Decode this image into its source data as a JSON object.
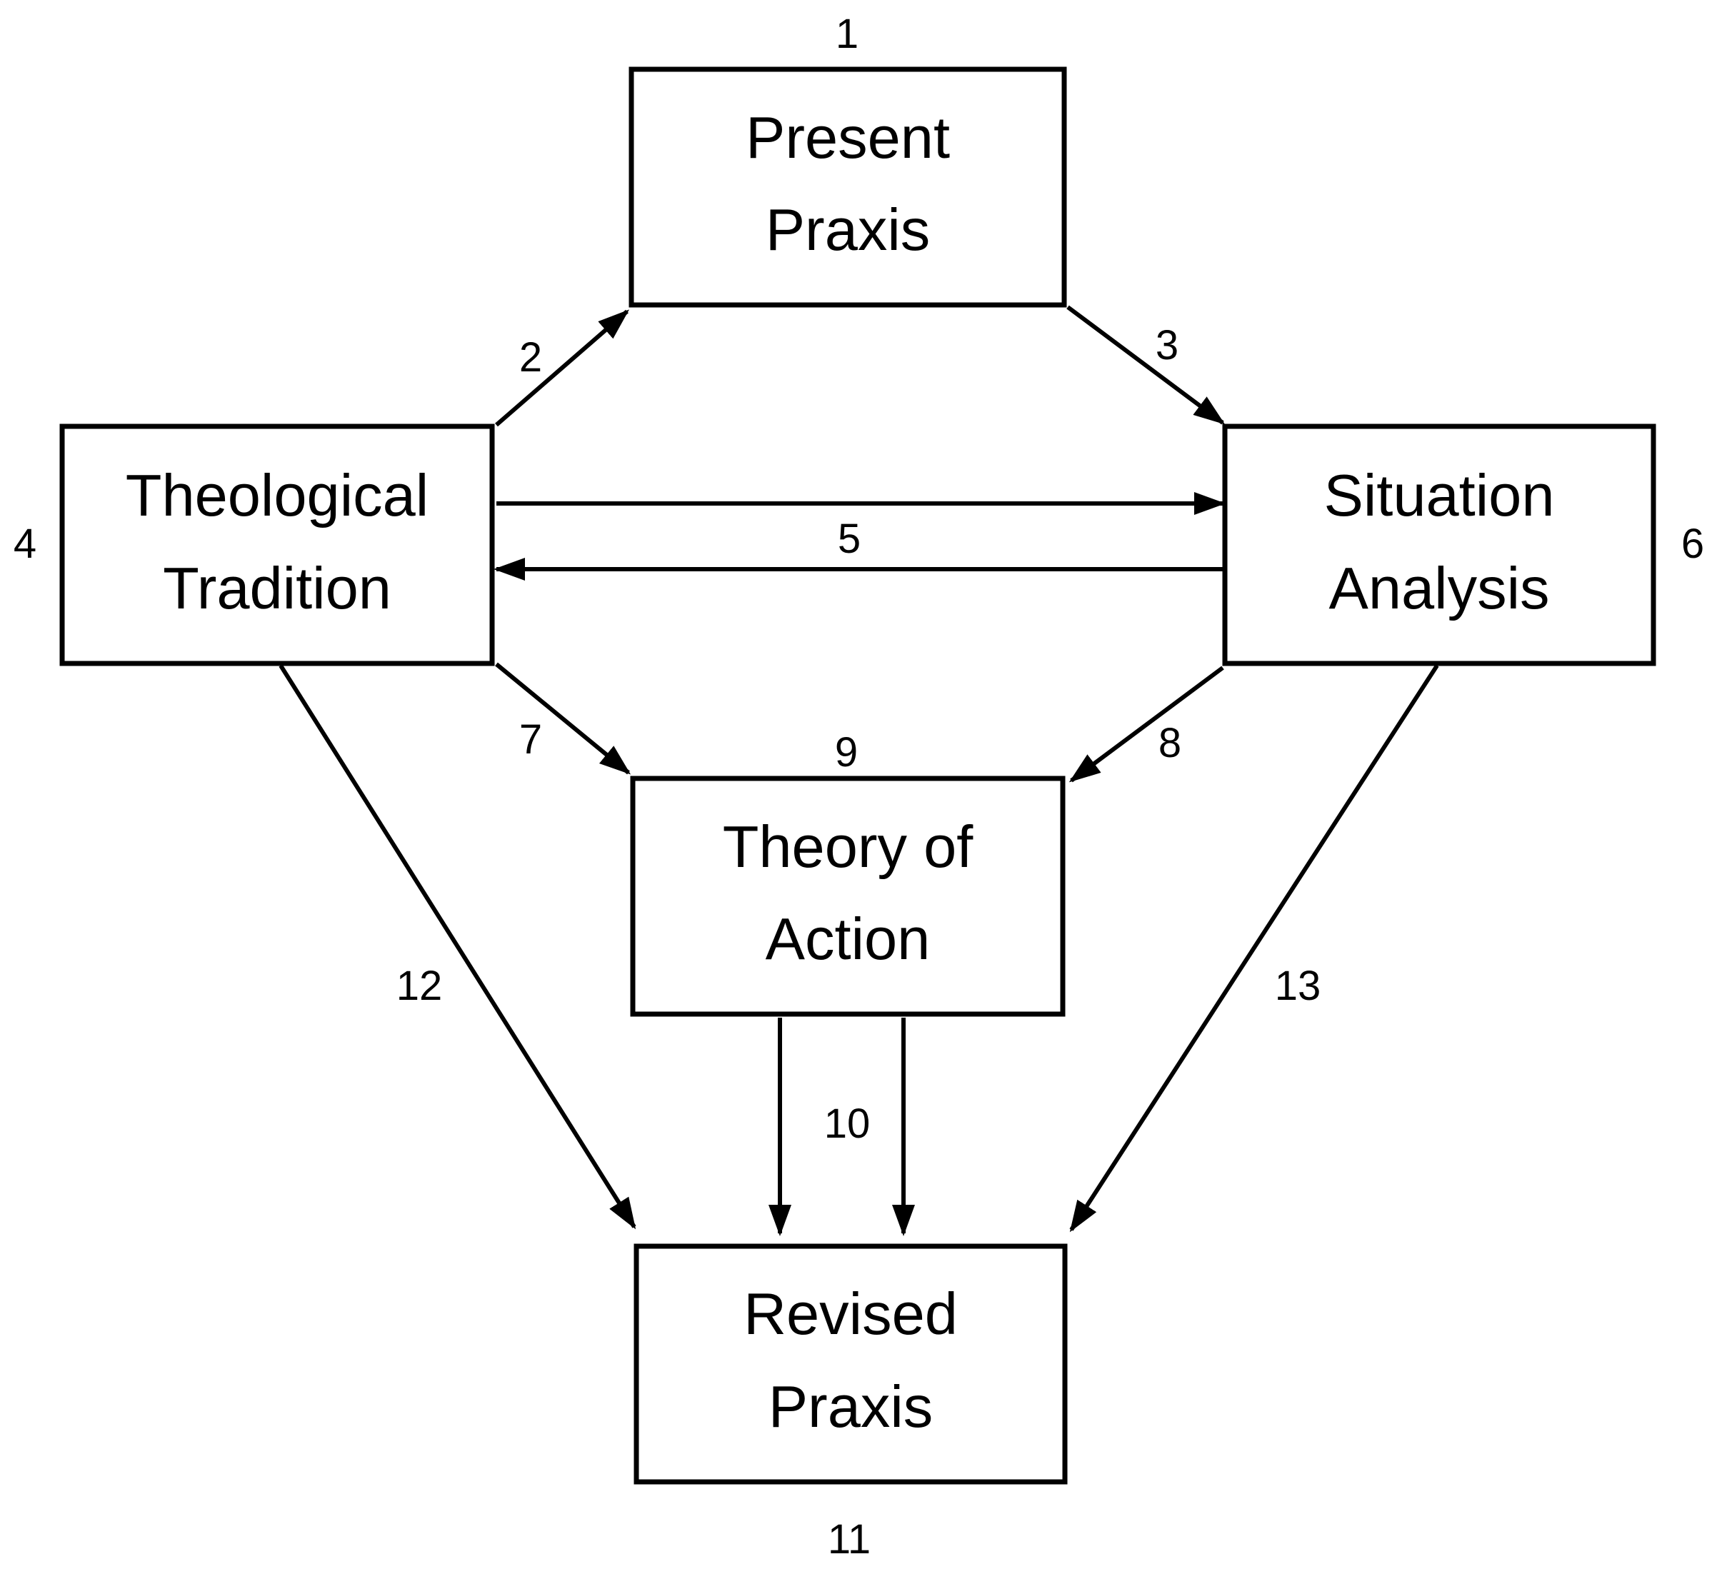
{
  "diagram": {
    "nodes": {
      "present_praxis": {
        "line1": "Present",
        "line2": "Praxis",
        "number": "1"
      },
      "theological_tradition": {
        "line1": "Theological",
        "line2": "Tradition",
        "number": "4"
      },
      "situation_analysis": {
        "line1": "Situation",
        "line2": "Analysis",
        "number": "6"
      },
      "theory_of_action": {
        "line1": "Theory of",
        "line2": "Action",
        "number": "9"
      },
      "revised_praxis": {
        "line1": "Revised",
        "line2": "Praxis",
        "number": "11"
      }
    },
    "edges": [
      {
        "id": "e2",
        "from": "Theological Tradition",
        "to": "Present Praxis",
        "label": "2"
      },
      {
        "id": "e3",
        "from": "Present Praxis",
        "to": "Situation Analysis",
        "label": "3"
      },
      {
        "id": "e5a",
        "from": "Theological Tradition",
        "to": "Situation Analysis",
        "label": "5"
      },
      {
        "id": "e5b",
        "from": "Situation Analysis",
        "to": "Theological Tradition",
        "label": "5"
      },
      {
        "id": "e7",
        "from": "Theological Tradition",
        "to": "Theory of Action",
        "label": "7"
      },
      {
        "id": "e8",
        "from": "Situation Analysis",
        "to": "Theory of Action",
        "label": "8"
      },
      {
        "id": "e10a",
        "from": "Theory of Action",
        "to": "Revised Praxis",
        "label": "10"
      },
      {
        "id": "e10b",
        "from": "Theory of Action",
        "to": "Revised Praxis",
        "label": "10"
      },
      {
        "id": "e12",
        "from": "Theological Tradition",
        "to": "Revised Praxis",
        "label": "12"
      },
      {
        "id": "e13",
        "from": "Situation Analysis",
        "to": "Revised Praxis",
        "label": "13"
      }
    ]
  }
}
